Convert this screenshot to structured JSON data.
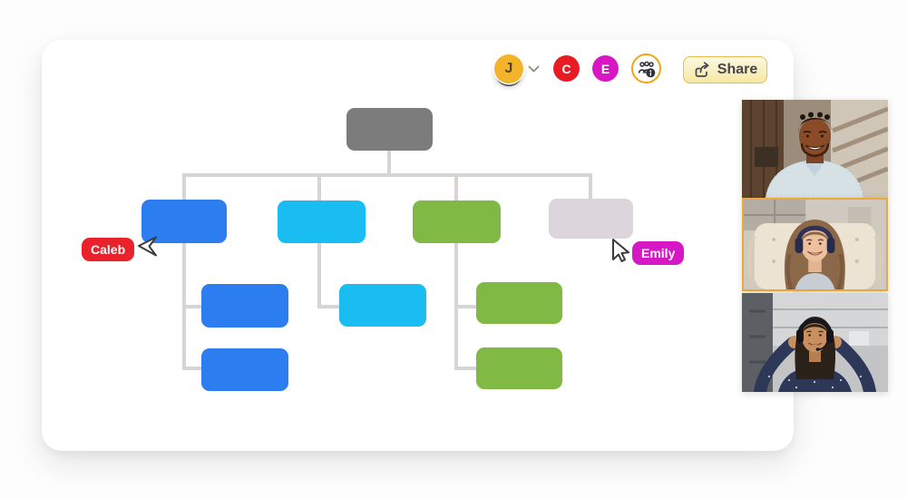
{
  "toolbar": {
    "user_avatar": {
      "initial": "J",
      "color": "#f3b32a",
      "text_color": "#5a4410"
    },
    "avatars": [
      {
        "initial": "C",
        "color": "#e81b24"
      },
      {
        "initial": "E",
        "color": "#d816c3"
      }
    ],
    "collaborators_ring_color": "#efa50f",
    "share": {
      "label": "Share",
      "border_color": "#e5bd50"
    }
  },
  "org_chart": {
    "connector_color": "#d7d4d4",
    "root": {
      "color": "#7c7c7c",
      "children_count": 4
    },
    "branches": [
      {
        "name": "blue-branch",
        "color": "#2c7df0",
        "children_count": 2
      },
      {
        "name": "cyan-branch",
        "color": "#19bdf2",
        "children_count": 1
      },
      {
        "name": "green-branch",
        "color": "#80ba45",
        "children_count": 2
      },
      {
        "name": "lavender-branch",
        "color": "#dcd5db",
        "children_count": 0
      }
    ]
  },
  "cursors": [
    {
      "name": "Caleb",
      "color": "#e9212a",
      "direction": "left"
    },
    {
      "name": "Emily",
      "color": "#d517c5",
      "direction": "up-left"
    }
  ],
  "video_call": {
    "active_border_color": "#eba93c",
    "participants": [
      {
        "id": "participant-1",
        "active": false
      },
      {
        "id": "participant-2",
        "active": true
      },
      {
        "id": "participant-3",
        "active": false
      }
    ]
  }
}
